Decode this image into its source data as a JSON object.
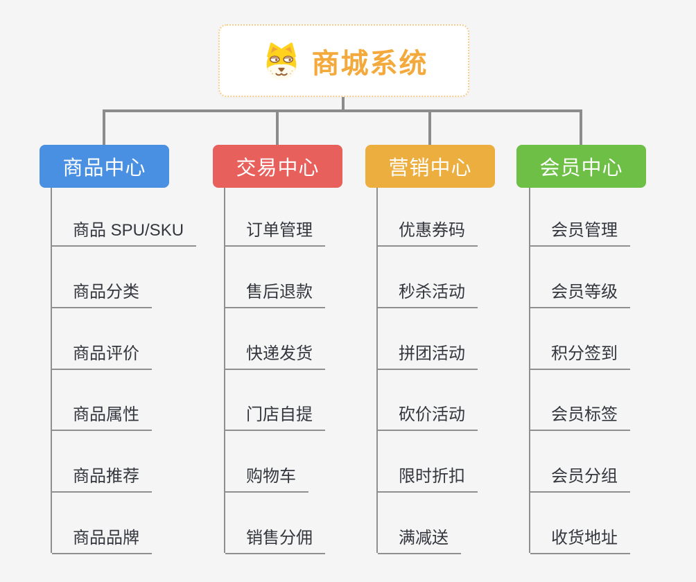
{
  "root": {
    "title": "商城系统",
    "icon": "dog-face-icon",
    "title_color": "#f4a93c",
    "border_color": "#f7cc8a",
    "background": "#ffffff"
  },
  "connector_color": "#8c8c8c",
  "page_background": "#f5f5f5",
  "branches": [
    {
      "label": "商品中心",
      "color": "#4a90e2",
      "items": [
        "商品 SPU/SKU",
        "商品分类",
        "商品评价",
        "商品属性",
        "商品推荐",
        "商品品牌"
      ]
    },
    {
      "label": "交易中心",
      "color": "#e8605c",
      "items": [
        "订单管理",
        "售后退款",
        "快递发货",
        "门店自提",
        "购物车",
        "销售分佣"
      ]
    },
    {
      "label": "营销中心",
      "color": "#edae40",
      "items": [
        "优惠券码",
        "秒杀活动",
        "拼团活动",
        "砍价活动",
        "限时折扣",
        "满减送"
      ]
    },
    {
      "label": "会员中心",
      "color": "#6ebf46",
      "items": [
        "会员管理",
        "会员等级",
        "积分签到",
        "会员标签",
        "会员分组",
        "收货地址"
      ]
    }
  ]
}
